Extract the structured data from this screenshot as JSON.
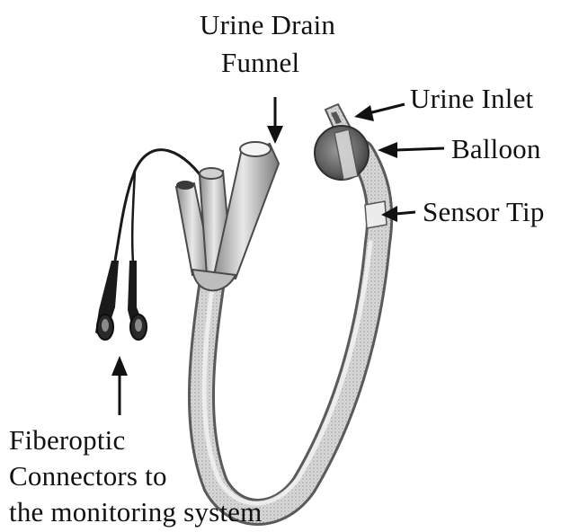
{
  "labels": {
    "urine_drain_funnel_line1": "Urine Drain",
    "urine_drain_funnel_line2": "Funnel",
    "urine_inlet": "Urine Inlet",
    "balloon": "Balloon",
    "sensor_tip": "Sensor Tip",
    "fiberoptic_line1": "Fiberoptic",
    "fiberoptic_line2": "Connectors to",
    "fiberoptic_line3": "the monitoring system"
  },
  "colors": {
    "ink": "#111111",
    "catheter_light": "#e6e6e6",
    "catheter_mid": "#a8a8a8",
    "catheter_dark": "#555555",
    "balloon": "#6a6a6a",
    "connector": "#1a1a1a"
  }
}
